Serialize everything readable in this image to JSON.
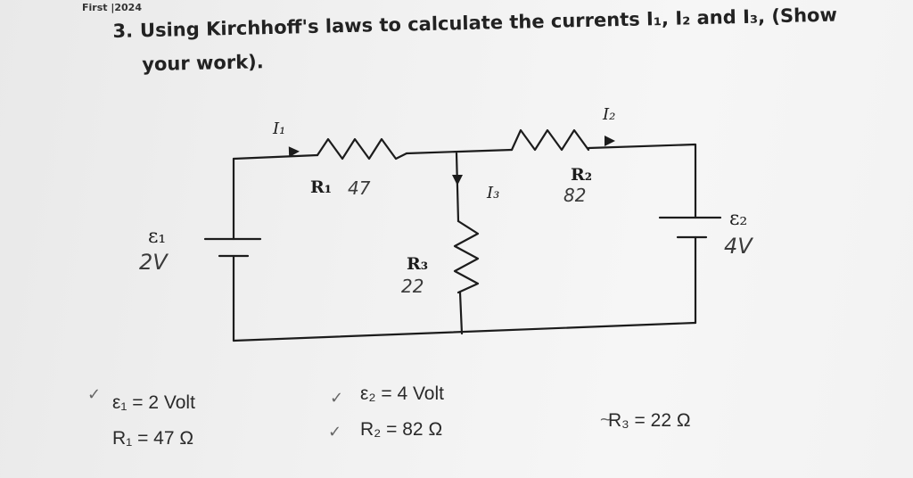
{
  "header": "First |2024",
  "question": {
    "number": "3.",
    "line1": "Using Kirchhoff's laws to calculate the currents I₁, I₂ and I₃, (Show",
    "line2": "your work)."
  },
  "circuit": {
    "current_1": "I₁",
    "current_2": "I₂",
    "current_3": "I₃",
    "r1_label": "R₁",
    "r1_value": "47",
    "r2_label": "R₂",
    "r2_value": "82",
    "r3_label": "R₃",
    "r3_value": "22",
    "emf1_label": "ε₁",
    "emf1_value": "2V",
    "emf2_label": "ε₂",
    "emf2_value": "4V"
  },
  "given": {
    "emf1": "ε₁ = 2 Volt",
    "r1": "R₁ = 47 Ω",
    "emf2": "ε₂ = 4 Volt",
    "r2": "R₂ = 82 Ω",
    "r3": "R₃ = 22 Ω"
  },
  "colors": {
    "ink": "#1c1c1c",
    "handwriting": "#3a3a3a"
  }
}
